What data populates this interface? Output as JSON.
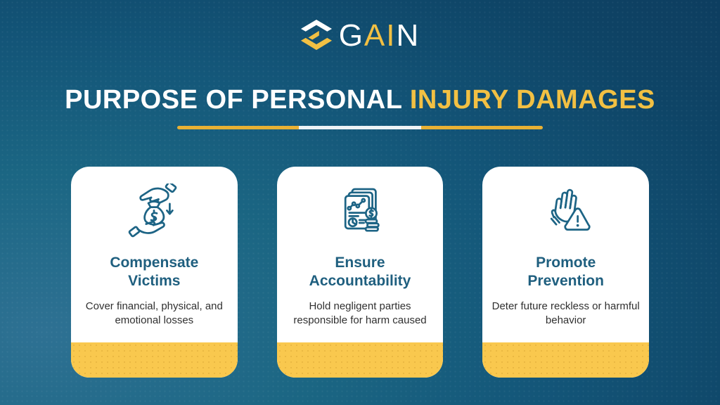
{
  "logo": {
    "text": "GAIN",
    "letters": [
      {
        "char": "G",
        "color": "#ffffff"
      },
      {
        "char": "A",
        "color": "#f2c043"
      },
      {
        "char": "I",
        "color": "#f2c043"
      },
      {
        "char": "N",
        "color": "#ffffff"
      }
    ],
    "icon": "gain-hexagon-mark"
  },
  "title": {
    "part1": "PURPOSE OF PERSONAL ",
    "part2": "INJURY DAMAGES"
  },
  "divider": {
    "segment_colors": [
      "#e9b134",
      "#eef3f6",
      "#e9b134"
    ]
  },
  "cards": [
    {
      "icon": "hands-money-bag-icon",
      "title": "Compensate Victims",
      "description": "Cover financial, physical, and emotional losses"
    },
    {
      "icon": "report-chart-coins-icon",
      "title": "Ensure Accountability",
      "description": "Hold negligent parties responsible for harm caused"
    },
    {
      "icon": "stop-hand-warning-icon",
      "title": "Promote Prevention",
      "description": "Deter future reckless or harmful behavior"
    }
  ],
  "colors": {
    "background_teal_light": "#2e7193",
    "background_navy_dark": "#0d3c5e",
    "accent_yellow": "#f2c043",
    "card_band_yellow": "#f9c84e",
    "divider_yellow": "#e9b134",
    "heading_teal": "#1f5f7f",
    "icon_teal": "#1d6485",
    "body_text": "#303030",
    "card_background": "#ffffff"
  }
}
